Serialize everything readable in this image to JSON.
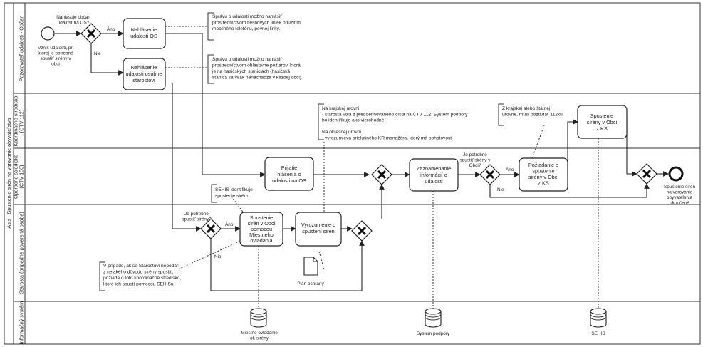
{
  "pool": {
    "title": "Asis - Spustenie sirén na varovanie obyvateľstva"
  },
  "lanes": [
    {
      "name": "Pozorovateľ udalosti - Občan"
    },
    {
      "name": "Koordinačné stredisko\n(ČTV 112)"
    },
    {
      "name": "Operačné stredisko\n(ČTV 150)"
    },
    {
      "name": "Starosta (prípadne poverená osoba)"
    },
    {
      "name": "Informačný systém"
    }
  ],
  "events": {
    "start": "Vznik udalosti, pri\nktorej je potrebné\nspustiť sirény v\nobci",
    "end": "Spustenie sirén\nna varovanie\nobyvateľstva\nukončené"
  },
  "gateways": {
    "g1": "Nahlasuje občan\nudalosť na OS?",
    "g3": "Je potrebné\nspustiť sirény?",
    "g5": "Je potrebné\nspustiť sirény v\nObci?"
  },
  "flow_labels": {
    "ano": "Áno",
    "nie": "Nie"
  },
  "tasks": {
    "t1": "Nahlásenie\nudalosti OS",
    "t2": "Nahlásenie\nudalosti osobne\nstarostovi",
    "t3": "Prijatie\nhlásenia o\nudalosti na OS",
    "t4": "Zaznamenanie\ninformácií o\nudalosti",
    "t5": "Požiadanie o\nspustenie\nsirény v Obci\nz KS",
    "t6": "Spustenie\nsirény v Obci\nz KS",
    "t7": "Spustenie\nsirén v Obci\npomocou\nMiestneho\novládania",
    "t8": "Vyrozumenie o\nspustení sirén"
  },
  "annotations": {
    "a1": "Správu o udalosti možno nahlásiť\nprostredníctvom tiesňových liniek použitím\nmobilného telefónu, pevnej linky.",
    "a2": "Správu o udalosti možno nahlásiť\nprostredníctvom ohlasovne požiarov, ktorá\nje na hasičských staniciach (hasičská\nstanica sa však nenachádza v každej obci).",
    "a3": "Na krajskej úrovni\n- starosta volá z preddefinovaného čísla na ČTV 112, Systém podpory\nho identifikuje ako vierohodné.\n\nNa okresnej úrovni\n- vyrozumieva príslušného KR manažéra, ktorý má pohotovosť",
    "a4": "Z krajskej alebo štátnej\núrovne, musí požiadať 112ku",
    "a5": "SEHIS identifikuje\nspustenie sirénu",
    "a6": "V prípade, ak sa Starostovi nepodarí\nz nejakého dôvodu sirény spustiť,\npožiada o toto koordinačné stredisko,\nktoré ich spustí pomocou SEHISu"
  },
  "data_objects": {
    "doc": "Plán ochrany",
    "db1": "Miestne ovládanie\not. sirény",
    "db2": "Systém podpory",
    "db3": "SEHIS"
  }
}
